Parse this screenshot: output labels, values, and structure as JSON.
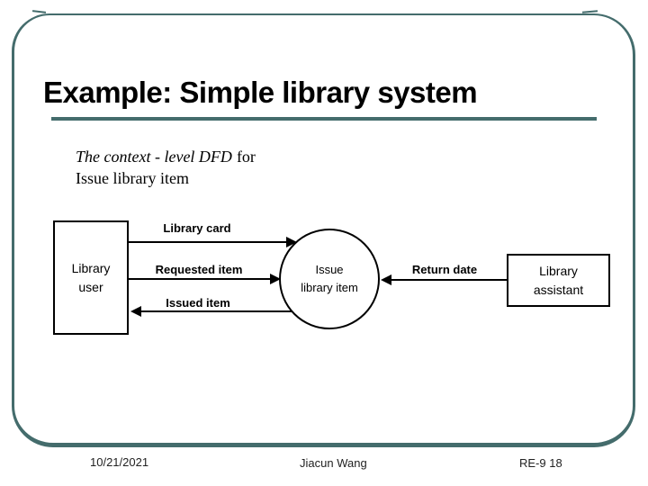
{
  "slide": {
    "title": "Example: Simple library system",
    "subtitle_italic": "The context - level DFD",
    "subtitle_for": "for",
    "subtitle_line2": "Issue library item"
  },
  "diagram": {
    "library_user": {
      "line1": "Library",
      "line2": "user"
    },
    "library_assistant": {
      "line1": "Library",
      "line2": "assistant"
    },
    "process": {
      "line1": "Issue",
      "line2": "library item"
    },
    "flows": {
      "library_card": "Library card",
      "requested_item": "Requested item",
      "issued_item": "Issued item",
      "return_date": "Return date"
    }
  },
  "footer": {
    "date": "10/21/2021",
    "author": "Jiacun Wang",
    "slide_ref": "RE-9 18"
  },
  "colors": {
    "accent_teal": "#446c6c",
    "stroke": "#000000"
  }
}
